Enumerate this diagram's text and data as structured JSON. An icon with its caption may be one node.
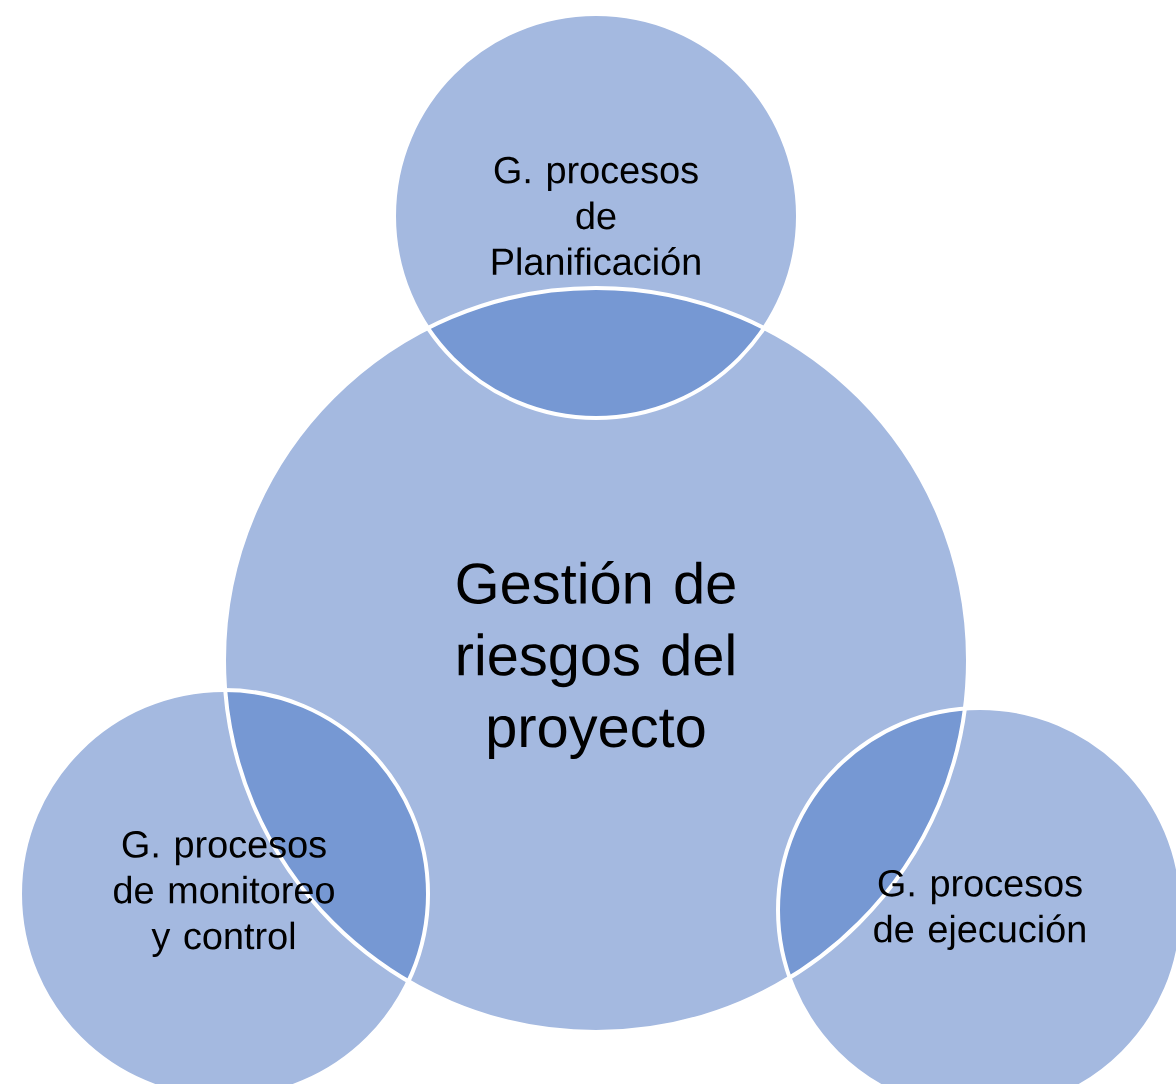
{
  "diagram": {
    "nodes": [
      {
        "text": [
          "Gestión de riesgos del proyecto"
        ]
      },
      {
        "text": [
          "G. procesos de Planificación"
        ]
      },
      {
        "text": [
          "G. procesos de monitoreo y control"
        ]
      },
      {
        "text": [
          "G. procesos de ejecución"
        ]
      }
    ]
  }
}
